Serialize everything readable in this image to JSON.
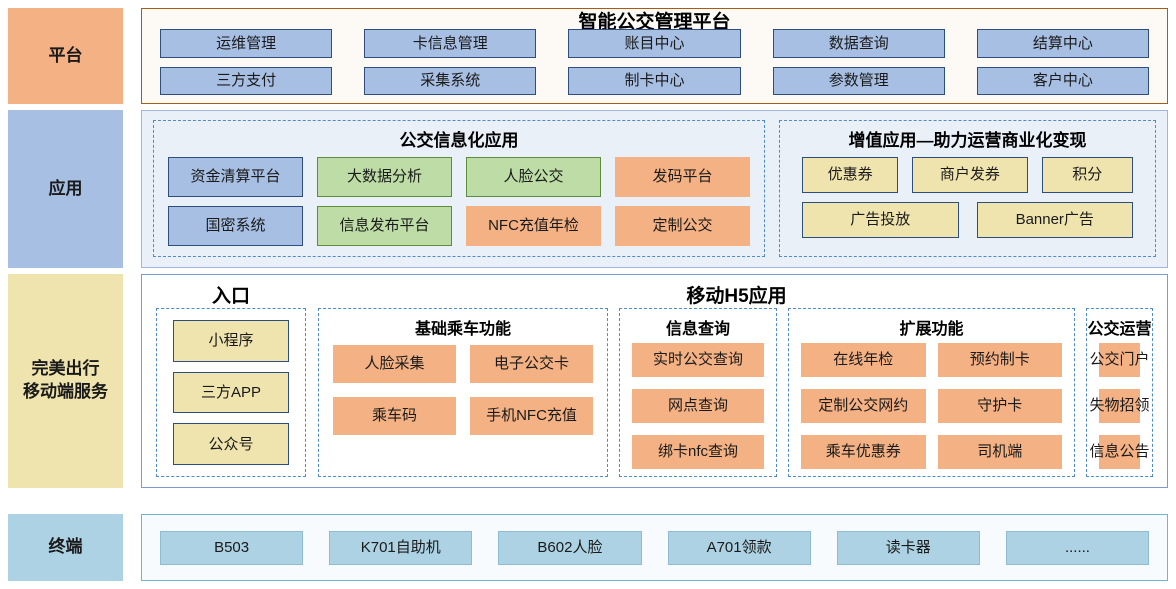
{
  "bands": {
    "platform": {
      "label": "平台",
      "title": "智能公交管理平台",
      "items": [
        "运维管理",
        "卡信息管理",
        "账目中心",
        "数据查询",
        "结算中心",
        "三方支付",
        "采集系统",
        "制卡中心",
        "参数管理",
        "客户中心"
      ]
    },
    "application": {
      "label": "应用",
      "groups": [
        {
          "title": "公交信息化应用",
          "items": [
            {
              "label": "资金清算平台",
              "style": "blue"
            },
            {
              "label": "大数据分析",
              "style": "green"
            },
            {
              "label": "人脸公交",
              "style": "green"
            },
            {
              "label": "发码平台",
              "style": "orange"
            },
            {
              "label": "国密系统",
              "style": "blue"
            },
            {
              "label": "信息发布平台",
              "style": "green"
            },
            {
              "label": "NFC充值年检",
              "style": "orange"
            },
            {
              "label": "定制公交",
              "style": "orange"
            }
          ]
        },
        {
          "title": "增值应用—助力运营商业化变现",
          "row1": [
            "优惠券",
            "商户发券",
            "积分"
          ],
          "row2": [
            "广告投放",
            "Banner广告"
          ]
        }
      ]
    },
    "mobile": {
      "label": "完美出行\n移动端服务",
      "label_line1": "完美出行",
      "label_line2": "移动端服务",
      "entry": {
        "title": "入口",
        "items": [
          "小程序",
          "三方APP",
          "公众号"
        ]
      },
      "h5": {
        "title": "移动H5应用",
        "columns": [
          {
            "title": "基础乘车功能",
            "items": [
              "人脸采集",
              "电子公交卡",
              "乘车码",
              "手机NFC充值"
            ]
          },
          {
            "title": "信息查询",
            "items": [
              "实时公交查询",
              "网点查询",
              "绑卡nfc查询"
            ]
          },
          {
            "title": "扩展功能",
            "items": [
              "在线年检",
              "预约制卡",
              "定制公交网约",
              "守护卡",
              "乘车优惠券",
              "司机端"
            ]
          },
          {
            "title": "公交运营",
            "items": [
              "公交门户",
              "失物招领",
              "信息公告"
            ]
          }
        ]
      }
    },
    "terminal": {
      "label": "终端",
      "items": [
        "B503",
        "K701自助机",
        "B602人脸",
        "A701领款",
        "读卡器",
        "......"
      ]
    }
  },
  "colors": {
    "platform_label_bg": "#F4B183",
    "platform_body_border": "#A85B17",
    "app_label_bg": "#A8BFE4",
    "mobile_label_bg": "#F0E4AE",
    "terminal_label_bg": "#ACD2E3",
    "chip_blue": "#A8BFE4",
    "chip_green": "#BDDCA6",
    "chip_orange": "#F4B183",
    "chip_yellow": "#F0E4AE",
    "chip_cyan": "#ACD2E3",
    "dashed_border": "#4E8BC8"
  }
}
